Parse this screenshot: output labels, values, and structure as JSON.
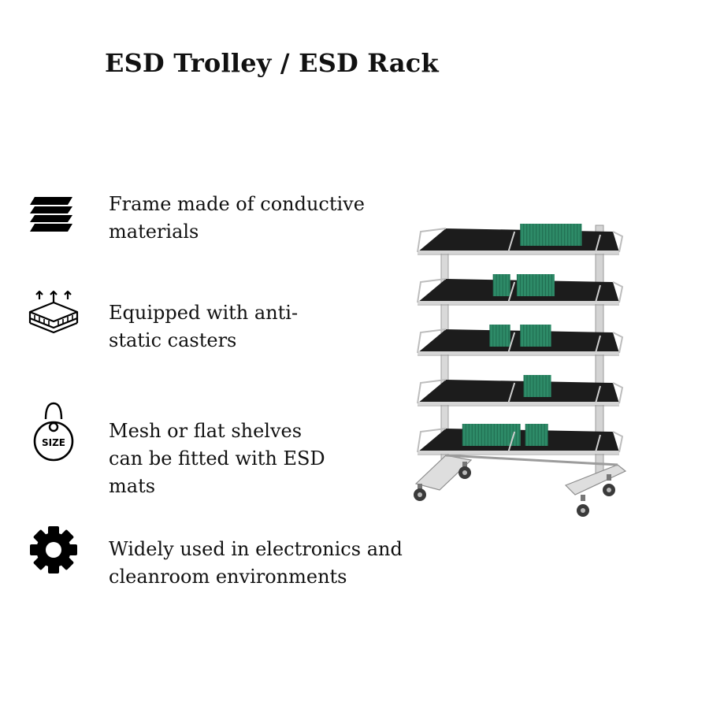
{
  "title": "ESD Trolley / ESD Rack",
  "features": [
    {
      "icon": "layers-icon",
      "text": "Frame made of conductive\nmaterials"
    },
    {
      "icon": "compression-layer-icon",
      "text": "Equipped with anti-\nstatic casters"
    },
    {
      "icon": "size-tag-icon",
      "text": "Mesh or flat shelves\ncan be fitted with ESD\nmats"
    },
    {
      "icon": "gear-icon",
      "text": "Widely used in electronics and\ncleanroom environments"
    }
  ],
  "size_tag_label": "SIZE",
  "colors": {
    "frame": "#d4d4d4",
    "shelf": "#1c1c1c",
    "pcb": "#2e8b68"
  }
}
